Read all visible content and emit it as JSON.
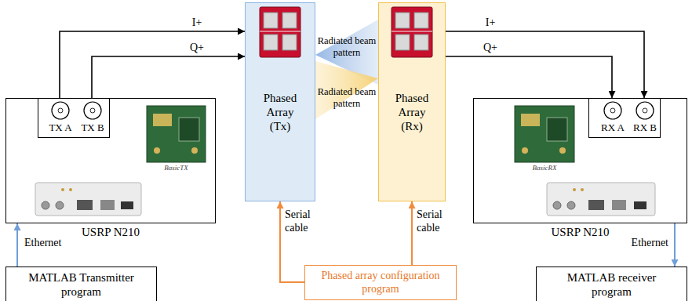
{
  "diagram": {
    "nodes": [
      {
        "text": [
          "USRP N210"
        ]
      },
      {
        "text": [
          "TX A",
          "TX B"
        ],
        "in": 0
      },
      {
        "text": [
          "MATLAB Transmitter program"
        ]
      },
      {
        "text": [
          "Phased Array (Tx)"
        ]
      },
      {
        "text": [
          "Phased Array (Rx)"
        ]
      },
      {
        "text": [
          "USRP N210"
        ]
      },
      {
        "text": [
          "RX A",
          "RX B"
        ],
        "in": 5
      },
      {
        "text": [
          "MATLAB receiver program"
        ]
      },
      {
        "text": [
          "Phased array configuration program"
        ]
      }
    ],
    "edges": [
      {
        "from": 1,
        "to": 3,
        "label": "I+",
        "arrow": "to"
      },
      {
        "from": 1,
        "to": 3,
        "label": "Q+",
        "arrow": "to"
      },
      {
        "from": 4,
        "to": 6,
        "label": "I+",
        "arrow": "to"
      },
      {
        "from": 4,
        "to": 6,
        "label": "Q+",
        "arrow": "to"
      },
      {
        "from": 2,
        "to": 0,
        "label": "Ethernet",
        "arrow": "to"
      },
      {
        "from": 5,
        "to": 7,
        "label": "Ethernet",
        "arrow": "to"
      },
      {
        "from": 8,
        "to": 3,
        "label": "Serial cable",
        "arrow": "to"
      },
      {
        "from": 8,
        "to": 4,
        "label": "Serial cable",
        "arrow": "to"
      }
    ],
    "labels": [
      "Radiated beam pattern",
      "Radiated beam pattern",
      "BasicTX",
      "BasicRX"
    ]
  }
}
